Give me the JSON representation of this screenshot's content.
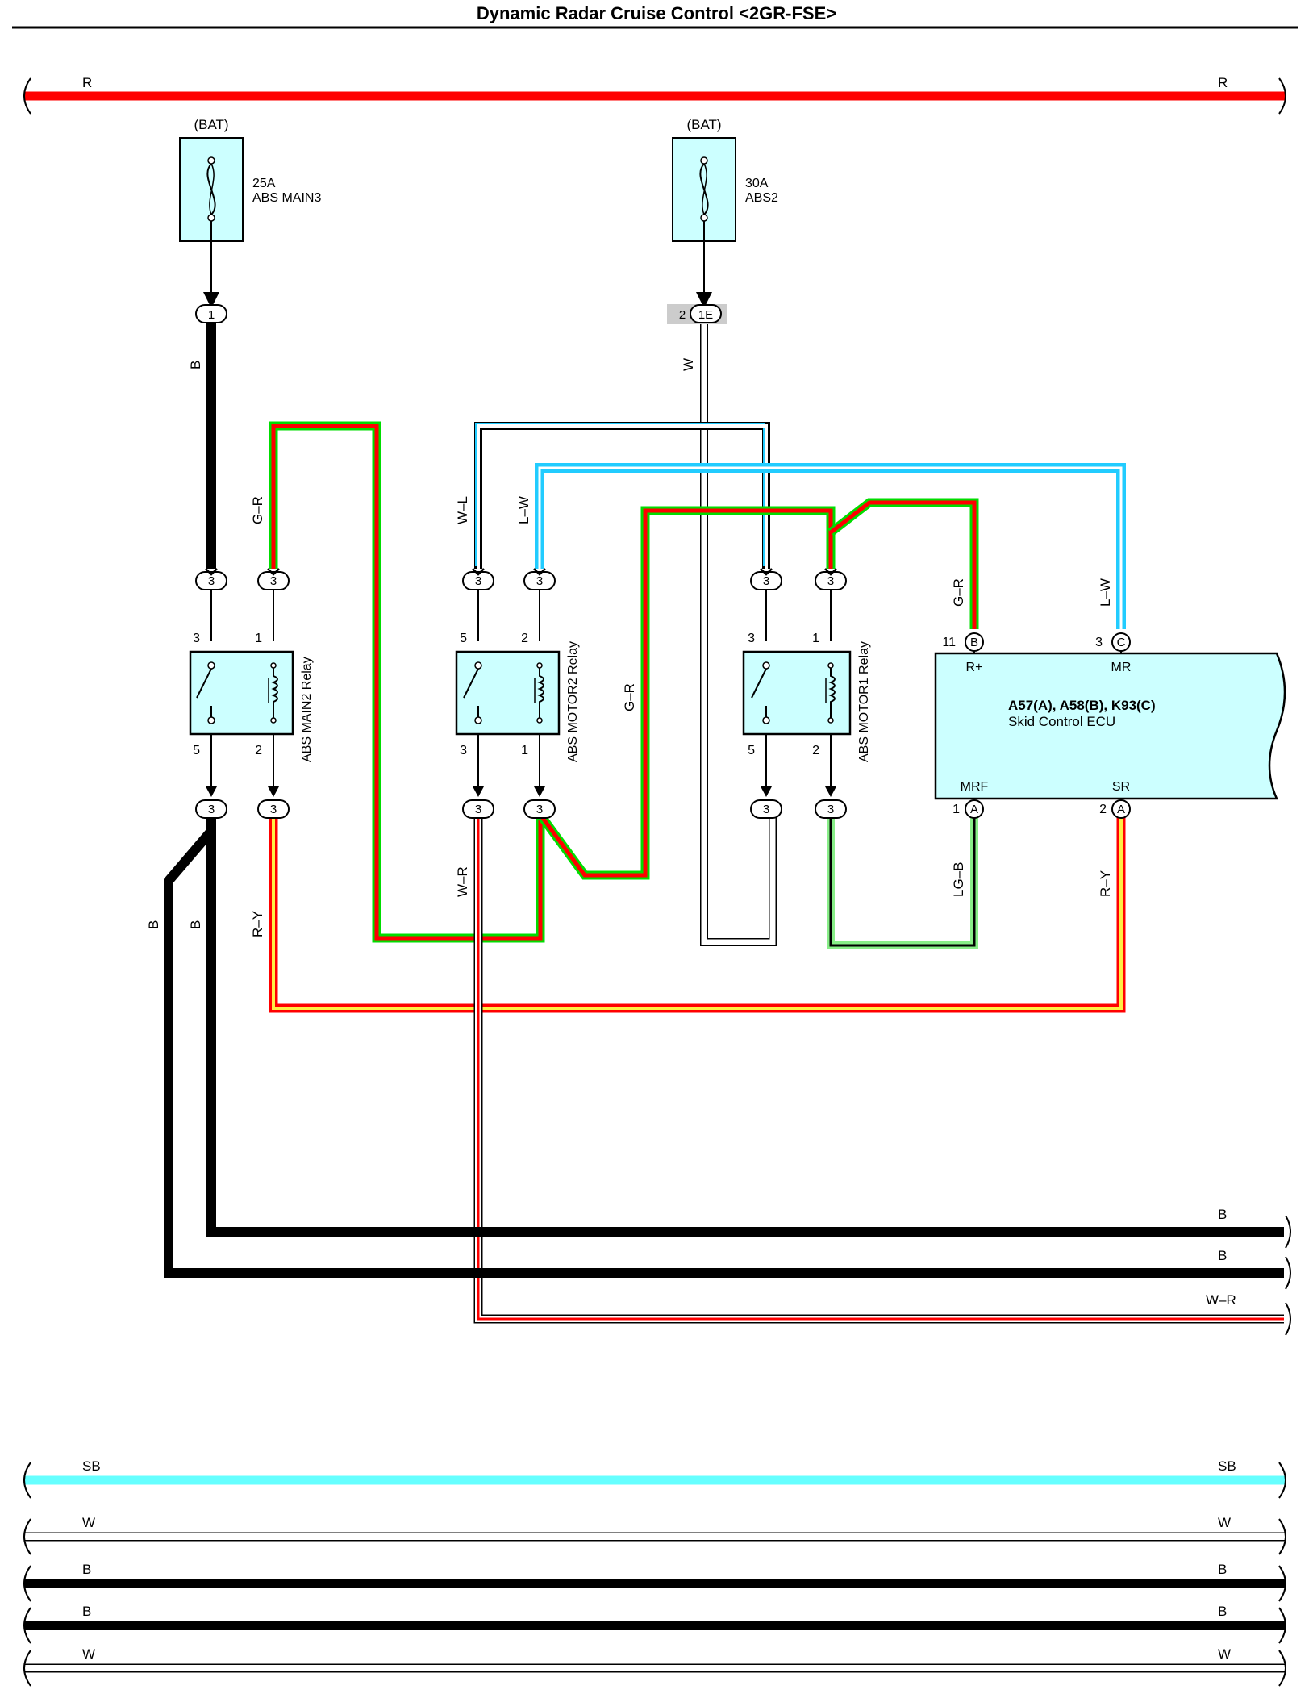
{
  "title": "Dynamic Radar Cruise Control <2GR-FSE>",
  "colors": {
    "R": "#ff0000",
    "B": "#000000",
    "W": "#ffffff",
    "SB": "#66ffff",
    "G": "#00dd00",
    "L": "#22ccff",
    "Y": "#ffee44",
    "LG": "#88ee88",
    "fill": "#ccffff"
  },
  "top_bus": {
    "left_label": "R",
    "right_label": "R"
  },
  "fuses": [
    {
      "supply": "(BAT)",
      "rating": "25A",
      "name": "ABS MAIN3"
    },
    {
      "supply": "(BAT)",
      "rating": "30A",
      "name": "ABS2"
    }
  ],
  "connectors": {
    "c1": "1",
    "c1e_pin": "2",
    "c1e": "1E",
    "jc": "3"
  },
  "relays": [
    {
      "name": "ABS MAIN2 Relay",
      "pins": [
        "3",
        "1",
        "5",
        "2"
      ]
    },
    {
      "name": "ABS MOTOR2 Relay",
      "pins": [
        "5",
        "2",
        "3",
        "1"
      ]
    },
    {
      "name": "ABS MOTOR1 Relay",
      "pins": [
        "3",
        "1",
        "5",
        "2"
      ]
    }
  ],
  "ecu": {
    "connectors": "A57(A), A58(B), K93(C)",
    "name": "Skid Control ECU",
    "terminals": [
      {
        "pin": "11",
        "conn": "B",
        "label": "R+"
      },
      {
        "pin": "3",
        "conn": "C",
        "label": "MR"
      },
      {
        "pin": "1",
        "conn": "A",
        "label": "MRF"
      },
      {
        "pin": "2",
        "conn": "A",
        "label": "SR"
      }
    ]
  },
  "wires": {
    "b": "B",
    "w": "W",
    "gr": "G–R",
    "wl": "W–L",
    "lw": "L–W",
    "wr": "W–R",
    "ry": "R–Y",
    "lgb": "LG–B"
  },
  "right_ends": [
    "B",
    "B",
    "W–R"
  ],
  "bottom_buses": [
    {
      "left": "SB",
      "right": "SB"
    },
    {
      "left": "W",
      "right": "W"
    },
    {
      "left": "B",
      "right": "B"
    },
    {
      "left": "B",
      "right": "B"
    },
    {
      "left": "W",
      "right": "W"
    }
  ]
}
